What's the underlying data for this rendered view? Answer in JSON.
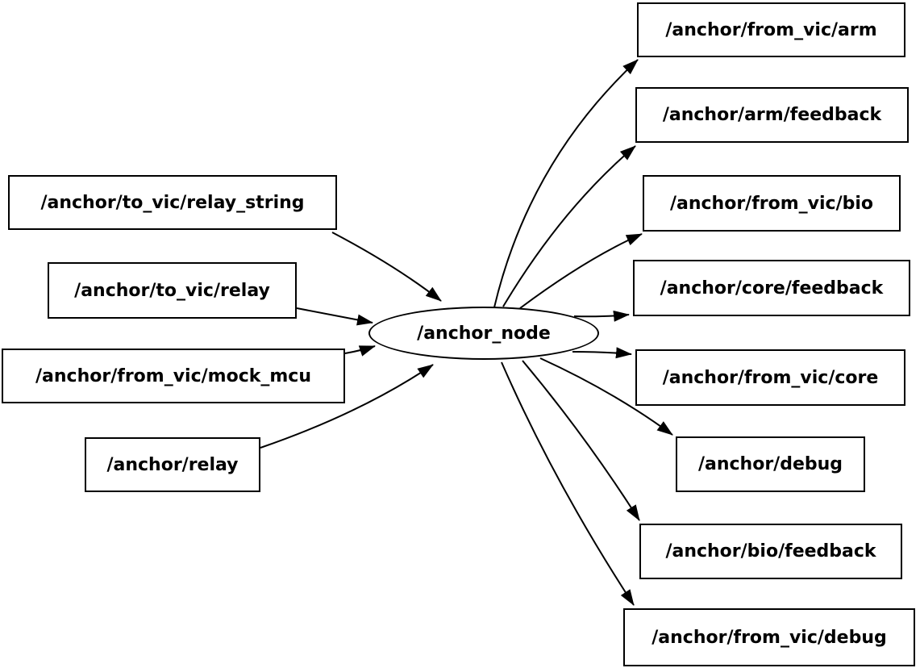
{
  "diagram": {
    "kind": "ros-node-graph",
    "colors": {
      "background": "#ffffff",
      "node_fill": "#ffffff",
      "stroke": "#000000",
      "text": "#000000"
    },
    "node": {
      "id": "anchor_node",
      "label": "/anchor_node",
      "shape": "ellipse"
    },
    "topics_in": [
      {
        "id": "to_vic_relay_string",
        "label": "/anchor/to_vic/relay_string"
      },
      {
        "id": "to_vic_relay",
        "label": "/anchor/to_vic/relay"
      },
      {
        "id": "from_vic_mock_mcu",
        "label": "/anchor/from_vic/mock_mcu"
      },
      {
        "id": "relay",
        "label": "/anchor/relay"
      }
    ],
    "topics_out": [
      {
        "id": "from_vic_arm",
        "label": "/anchor/from_vic/arm"
      },
      {
        "id": "arm_feedback",
        "label": "/anchor/arm/feedback"
      },
      {
        "id": "from_vic_bio",
        "label": "/anchor/from_vic/bio"
      },
      {
        "id": "core_feedback",
        "label": "/anchor/core/feedback"
      },
      {
        "id": "from_vic_core",
        "label": "/anchor/from_vic/core"
      },
      {
        "id": "debug",
        "label": "/anchor/debug"
      },
      {
        "id": "bio_feedback",
        "label": "/anchor/bio/feedback"
      },
      {
        "id": "from_vic_debug",
        "label": "/anchor/from_vic/debug"
      }
    ],
    "edges": [
      {
        "from": "to_vic_relay_string",
        "to": "anchor_node"
      },
      {
        "from": "to_vic_relay",
        "to": "anchor_node"
      },
      {
        "from": "from_vic_mock_mcu",
        "to": "anchor_node"
      },
      {
        "from": "relay",
        "to": "anchor_node"
      },
      {
        "from": "anchor_node",
        "to": "from_vic_arm"
      },
      {
        "from": "anchor_node",
        "to": "arm_feedback"
      },
      {
        "from": "anchor_node",
        "to": "from_vic_bio"
      },
      {
        "from": "anchor_node",
        "to": "core_feedback"
      },
      {
        "from": "anchor_node",
        "to": "from_vic_core"
      },
      {
        "from": "anchor_node",
        "to": "debug"
      },
      {
        "from": "anchor_node",
        "to": "bio_feedback"
      },
      {
        "from": "anchor_node",
        "to": "from_vic_debug"
      }
    ]
  }
}
